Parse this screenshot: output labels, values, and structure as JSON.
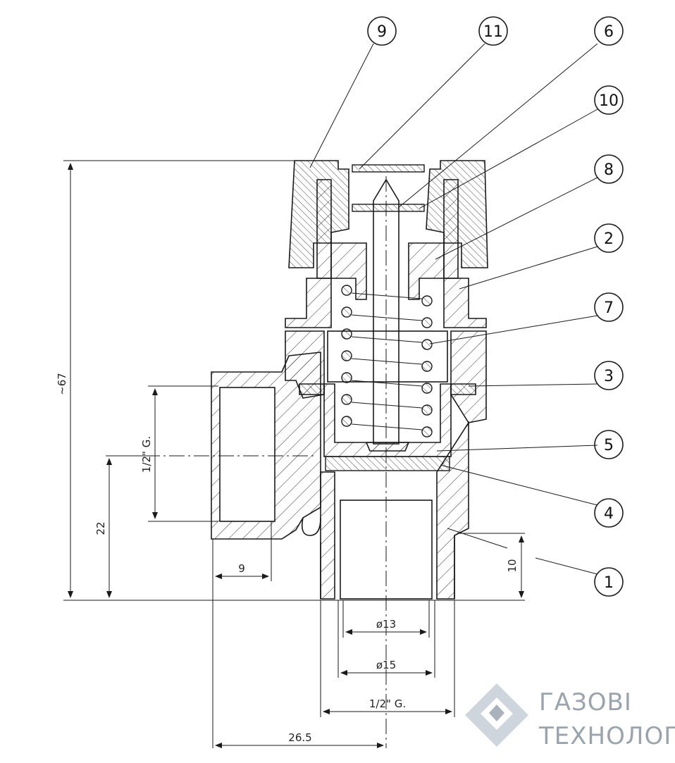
{
  "dimensions": {
    "overall_height": "~67",
    "side_thread": "1/2\" G.",
    "side_axis_height": "22",
    "side_thread_depth": "9",
    "bottom_thread_length": "10",
    "inner_diameter": "ø13",
    "outer_diameter": "ø15",
    "bottom_thread": "1/2\" G.",
    "axis_offset": "26.5"
  },
  "balloons": [
    "9",
    "11",
    "6",
    "10",
    "8",
    "2",
    "7",
    "3",
    "5",
    "4",
    "1"
  ],
  "logo": {
    "line1": "ГАЗОВІ",
    "line2": "ТЕХНОЛОГІЇ",
    "color": "#9aa4ae"
  }
}
